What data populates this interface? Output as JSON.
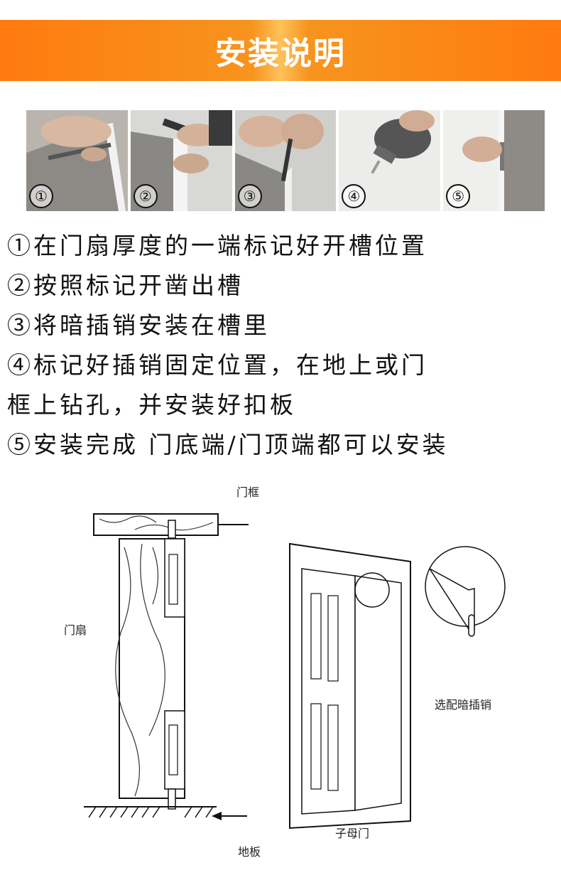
{
  "banner": {
    "title": "安装说明"
  },
  "photos": [
    {
      "number": "①"
    },
    {
      "number": "②"
    },
    {
      "number": "③"
    },
    {
      "number": "④"
    },
    {
      "number": "⑤"
    }
  ],
  "steps": [
    "①在门扇厚度的一端标记好开槽位置",
    "②按照标记开凿出槽",
    "③将暗插销安装在槽里",
    "④标记好插销固定位置，在地上或门\n框上钻孔，并安装好扣板",
    "⑤安装完成 门底端/门顶端都可以安装"
  ],
  "diagram": {
    "frame_label": "门框",
    "leaf_label": "门扇",
    "floor_label": "地板",
    "double_door_label": "子母门",
    "bolt_label": "选配暗插销"
  }
}
